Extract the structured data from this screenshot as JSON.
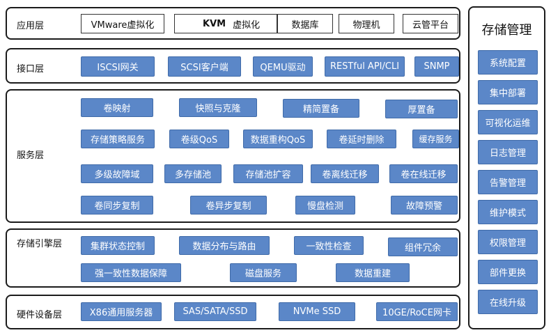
{
  "app_layer": {
    "label": "应用层",
    "items": [
      "VMware虚拟化",
      "KVM",
      "虚拟化",
      "数据库",
      "物理机",
      "云管平台"
    ]
  },
  "interface_layer": {
    "label": "接口层",
    "items": [
      "ISCSI网关",
      "SCSI客户端",
      "QEMU驱动",
      "RESTful API/CLI",
      "SNMP"
    ]
  },
  "service_layer": {
    "label": "服务层",
    "items": [
      "卷映射",
      "快照与克隆",
      "精简置备",
      "厚置备",
      "存储策略服务",
      "卷级QoS",
      "数据重构QoS",
      "卷延时删除",
      "缓存服务",
      "多级故障域",
      "多存储池",
      "存储池扩容",
      "卷离线迁移",
      "卷在线迁移",
      "卷同步复制",
      "卷异步复制",
      "慢盘检测",
      "故障预警"
    ]
  },
  "engine_layer": {
    "label": "存储引擎层",
    "items": [
      "集群状态控制",
      "数据分布与路由",
      "一致性检查",
      "组件冗余",
      "强一致性数据保障",
      "磁盘服务",
      "数据重建"
    ]
  },
  "hardware_layer": {
    "label": "硬件设备层",
    "items": [
      "X86通用服务器",
      "SAS/SATA/SSD",
      "NVMe SSD",
      "10GE/RoCE网卡"
    ]
  },
  "storage_mgmt": {
    "title": "存储管理",
    "items": [
      "系统配置",
      "集中部署",
      "可视化运维",
      "日志管理",
      "告警管理",
      "维护模式",
      "权限管理",
      "部件更换",
      "在线升级"
    ]
  }
}
